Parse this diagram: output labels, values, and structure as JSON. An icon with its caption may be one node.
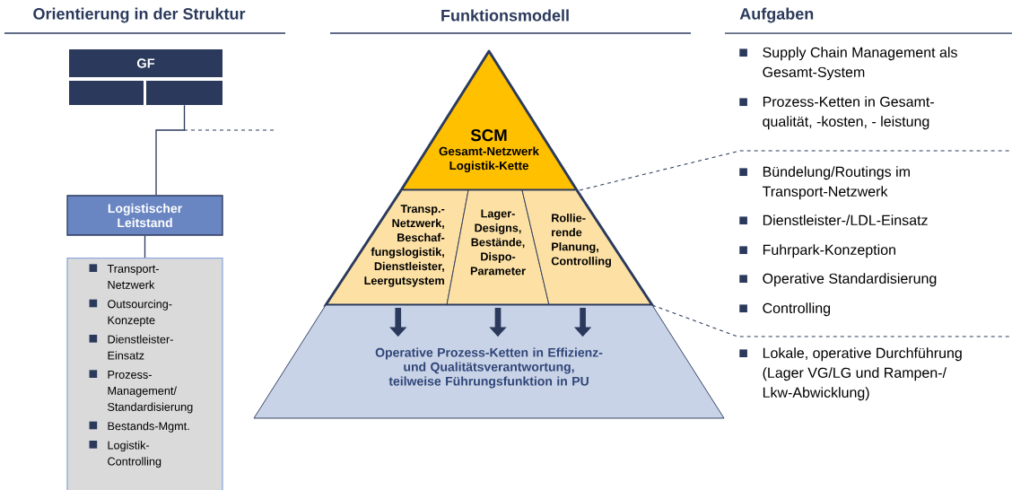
{
  "diagram": {
    "nodes": [
      {
        "text": [
          "GF"
        ]
      },
      {
        "text": [],
        "shape": "box"
      },
      {
        "text": [],
        "shape": "box"
      },
      {
        "text": [
          "Logistischer Leitstand"
        ]
      },
      {
        "text": [
          "Transport- Netzwerk",
          "Outsourcing- Konzepte",
          "Dienstleister- Einsatz",
          "Prozess- Management/ Standardisierung",
          "Bestands-Mgmt.",
          "Logistik- Controlling"
        ]
      },
      {
        "text": [
          "SCM",
          "Gesamt-Netzwerk Logistik-Kette"
        ]
      },
      {
        "text": [
          "Transp.- Netzwerk, Beschaf- fungslogistik, Dienstleister, Leergutsystem"
        ]
      },
      {
        "text": [
          "Lager- Designs, Bestände, Dispo- Parameter"
        ]
      },
      {
        "text": [
          "Rollie- rende Planung, Controlling"
        ]
      },
      {
        "text": [
          "Operative Prozess-Ketten in Effizienz- und Qualitätsverantwortung, teilweise Führungsfunktion in PU"
        ]
      }
    ],
    "edges": [
      {
        "from": 2,
        "to": 3,
        "arrow": "none"
      },
      {
        "from": 3,
        "to": 4,
        "arrow": "none"
      },
      {
        "from": 6,
        "to": 9,
        "arrow": "to"
      },
      {
        "from": 7,
        "to": 9,
        "arrow": "to"
      },
      {
        "from": 8,
        "to": 9,
        "arrow": "to"
      }
    ],
    "labels": [
      "Orientierung in der Struktur",
      "Funktionsmodell",
      "Aufgaben",
      "Supply Chain Management als Gesamt-System",
      "Prozess-Ketten in Gesamt- qualität, -kosten, - leistung",
      "Bündelung/Routings im Transport-Netzwerk",
      "Dienstleister-/LDL-Einsatz",
      "Fuhrpark-Konzeption",
      "Operative Standardisierung",
      "Controlling",
      "Lokale, operative Durchführung (Lager VG/LG und Rampen-/ Lkw-Abwicklung)"
    ]
  }
}
